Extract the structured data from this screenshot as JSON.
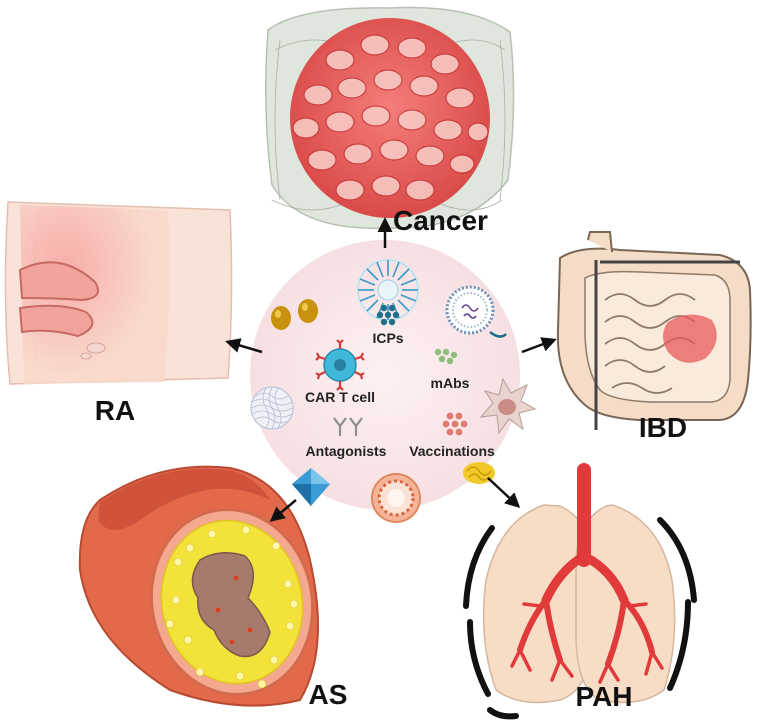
{
  "diseases": {
    "cancer": "Cancer",
    "ra": "RA",
    "ibd": "IBD",
    "as": "AS",
    "pah": "PAH"
  },
  "therapies": {
    "icps": "ICPs",
    "car_t": "CAR T cell",
    "mabs": "mAbs",
    "antagonists": "Antagonists",
    "vaccinations": "Vaccinations"
  },
  "colors": {
    "hub": "#f9e6e8",
    "tumor": "#e8595b",
    "tissue": "#f6c9b8",
    "vessel": "#e03a3a",
    "plaque": "#f2e23a",
    "arrow": "#111111"
  }
}
